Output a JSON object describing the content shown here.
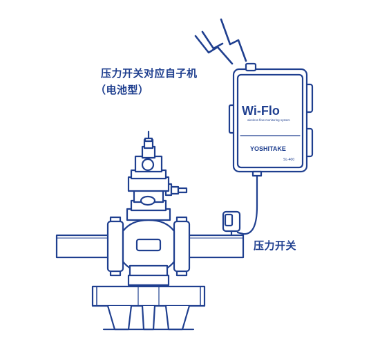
{
  "labels": {
    "unit_line1": "压力开关对应自子机",
    "unit_line2": "（电池型）",
    "switch": "压力开关"
  },
  "device": {
    "brand": "Wi-Flo",
    "tagline": "wireless flow monitoring system",
    "maker": "YOSHITAKE",
    "model": "SL-400"
  },
  "colors": {
    "line": "#1f3f8f",
    "fill": "#ffffff",
    "text": "#1f3f8f"
  },
  "icons": [
    "wireless-signal-icon"
  ]
}
